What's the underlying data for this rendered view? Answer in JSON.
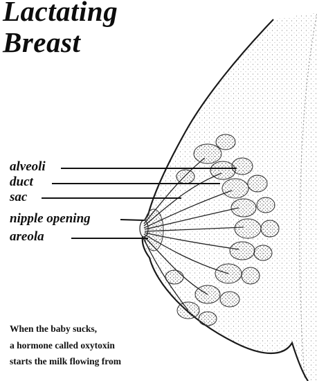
{
  "title": {
    "line1": "Lactating",
    "line2": "Breast"
  },
  "labels": [
    {
      "text": "alveoli"
    },
    {
      "text": "duct"
    },
    {
      "text": "sac"
    },
    {
      "text": "nipple opening"
    },
    {
      "text": "areola"
    }
  ],
  "caption": {
    "lines": [
      "When the baby sucks,",
      "a hormone called oxytoxin",
      "starts the milk flowing from"
    ]
  }
}
